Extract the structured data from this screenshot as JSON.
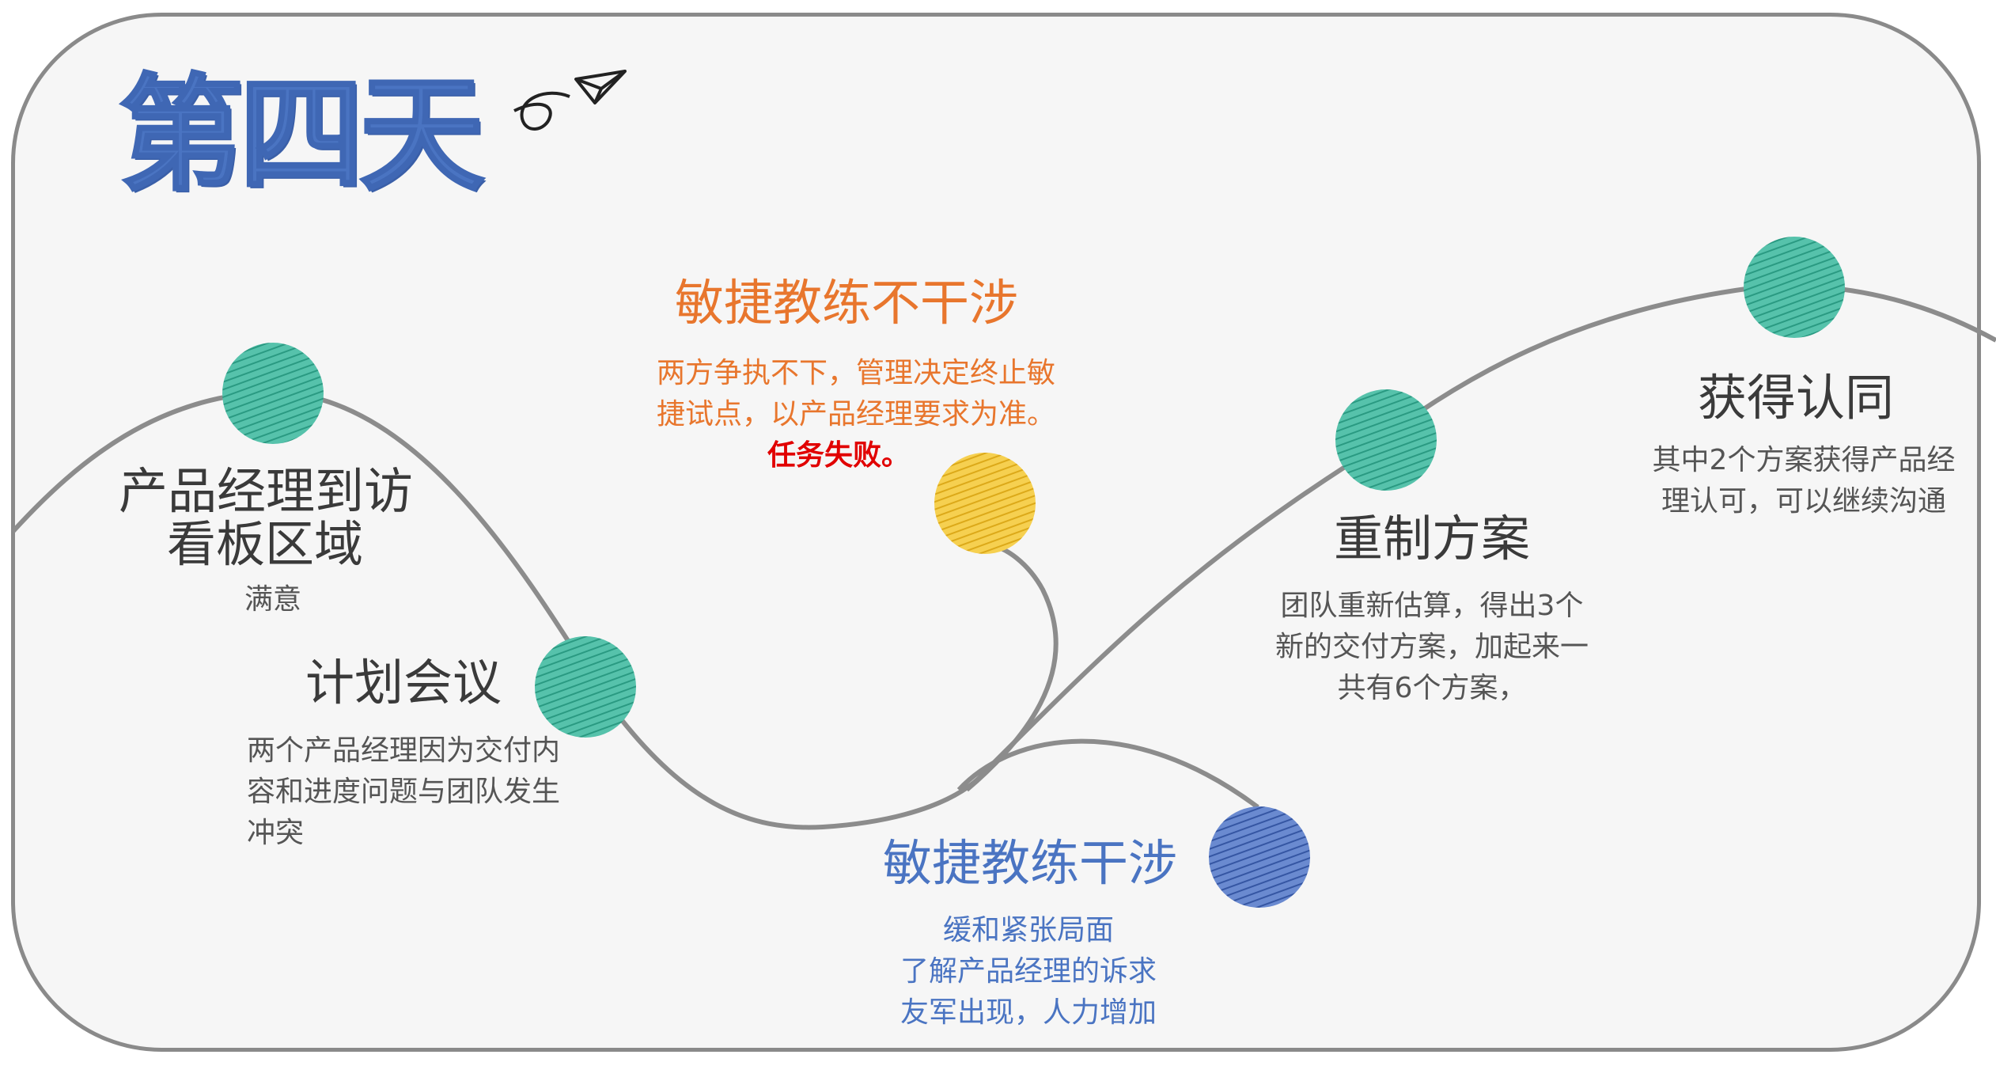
{
  "title": "第四天",
  "colors": {
    "teal": "#3ab39a",
    "yellow": "#f0c12c",
    "blue": "#4a6fbf",
    "orange": "#e8762d",
    "line": "#8c8c8c",
    "failure": "#e10000"
  },
  "icons": [
    "paper-plane-icon"
  ],
  "milestones": [
    {
      "id": "visit",
      "heading": "产品经理到访\n看板区域",
      "desc": "满意",
      "color": "teal"
    },
    {
      "id": "planning",
      "heading": "计划会议",
      "desc": "两个产品经理因为交付内\n容和进度问题与团队发生\n冲突",
      "color": "teal"
    },
    {
      "id": "no-intervene",
      "heading": "敏捷教练不干涉",
      "desc": "两方争执不下，管理决定终止敏\n捷试点，以产品经理要求为准。",
      "highlight": "任务失败。",
      "color": "yellow"
    },
    {
      "id": "intervene",
      "heading": "敏捷教练干涉",
      "desc": "缓和紧张局面\n了解产品经理的诉求\n友军出现，人力增加",
      "color": "blue"
    },
    {
      "id": "redo-plan",
      "heading": "重制方案",
      "desc": "团队重新估算，得出3个\n新的交付方案，加起来一\n共有6个方案，",
      "color": "teal"
    },
    {
      "id": "approved",
      "heading": "获得认同",
      "desc": "其中2个方案获得产品经\n理认可，可以继续沟通",
      "color": "teal"
    }
  ]
}
